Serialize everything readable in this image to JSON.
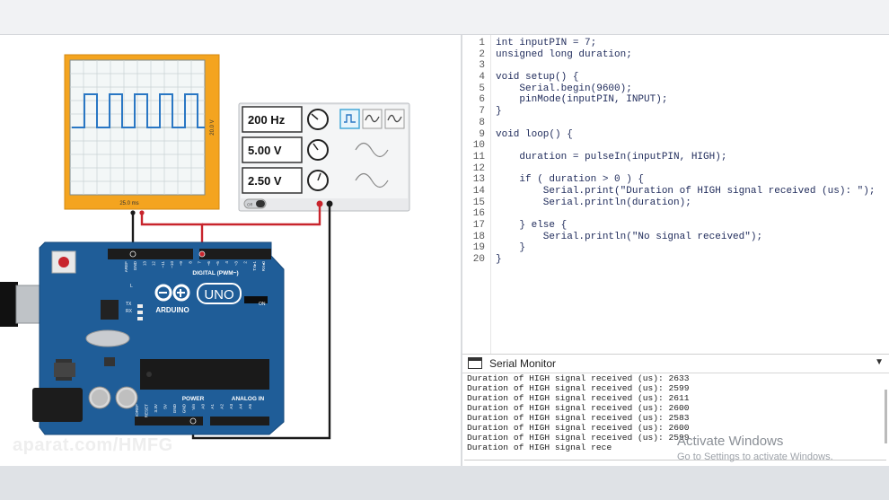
{
  "code": {
    "lines": [
      {
        "n": "1",
        "text": "int inputPIN = 7;"
      },
      {
        "n": "2",
        "text": "unsigned long duration;"
      },
      {
        "n": "3",
        "text": ""
      },
      {
        "n": "4",
        "text": "void setup() {"
      },
      {
        "n": "5",
        "text": "    Serial.begin(9600);"
      },
      {
        "n": "6",
        "text": "    pinMode(inputPIN, INPUT);"
      },
      {
        "n": "7",
        "text": "}"
      },
      {
        "n": "8",
        "text": ""
      },
      {
        "n": "9",
        "text": "void loop() {"
      },
      {
        "n": "10",
        "text": ""
      },
      {
        "n": "11",
        "text": "    duration = pulseIn(inputPIN, HIGH);"
      },
      {
        "n": "12",
        "text": ""
      },
      {
        "n": "13",
        "text": "    if ( duration > 0 ) {"
      },
      {
        "n": "14",
        "text": "        Serial.print(\"Duration of HIGH signal received (us): \");"
      },
      {
        "n": "15",
        "text": "        Serial.println(duration);"
      },
      {
        "n": "16",
        "text": ""
      },
      {
        "n": "17",
        "text": "    } else {"
      },
      {
        "n": "18",
        "text": "        Serial.println(\"No signal received\");"
      },
      {
        "n": "19",
        "text": "    }"
      },
      {
        "n": "20",
        "text": "}"
      }
    ]
  },
  "serial_monitor": {
    "title": "Serial Monitor",
    "lines": [
      "Duration of HIGH signal received (us): 2633",
      "Duration of HIGH signal received (us): 2599",
      "Duration of HIGH signal received (us): 2611",
      "Duration of HIGH signal received (us): 2600",
      "Duration of HIGH signal received (us): 2583",
      "Duration of HIGH signal received (us): 2600",
      "Duration of HIGH signal received (us): 2599",
      "Duration of HIGH signal rece"
    ]
  },
  "oscilloscope": {
    "time_label": "25.0 ms",
    "volt_label": "20.0 V"
  },
  "function_generator": {
    "frequency": "200 Hz",
    "amplitude": "5.00 V",
    "offset": "2.50 V",
    "off_label": "Off",
    "waveforms": [
      "square-wave-icon",
      "triangle-wave-icon",
      "sine-wave-icon"
    ]
  },
  "arduino": {
    "brand": "ARDUINO",
    "model": "UNO",
    "digital_label": "DIGITAL (PWM~)",
    "power_label": "POWER",
    "analog_label": "ANALOG IN",
    "on_label": "ON",
    "led_labels": [
      "L",
      "TX",
      "RX"
    ],
    "top_pins": [
      "AREF",
      "GND",
      "13",
      "12",
      "~11",
      "~10",
      "~9",
      "8",
      "7",
      "~6",
      "~5",
      "4",
      "~3",
      "2",
      "TX▸1",
      "RX◂0"
    ],
    "bottom_pins": [
      "IOREF",
      "RESET",
      "3.3V",
      "5V",
      "GND",
      "GND",
      "Vin",
      "A0",
      "A1",
      "A2",
      "A3",
      "A4",
      "A5"
    ]
  },
  "windows_watermark": {
    "title": "Activate Windows",
    "subtitle": "Go to Settings to activate Windows."
  },
  "source_watermark": "aparat.com/HMFG",
  "colors": {
    "board_blue": "#1f5d98",
    "scope_frame": "#f4a41f",
    "signal_blue": "#2a77c4",
    "wire_red": "#c8242c",
    "wire_black": "#1a1a1a"
  }
}
